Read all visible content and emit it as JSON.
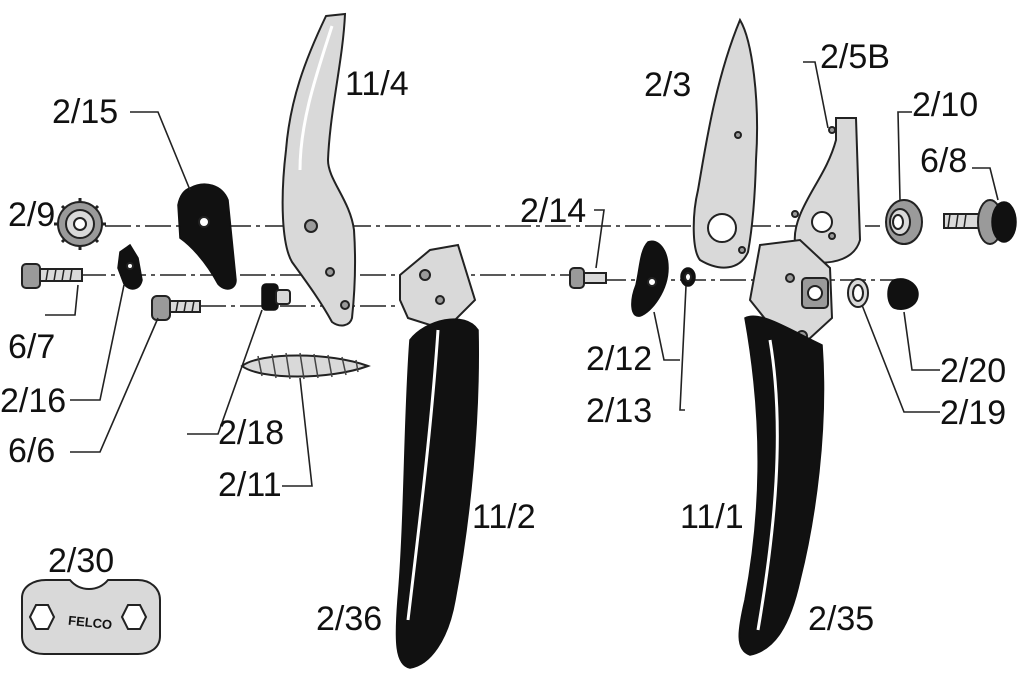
{
  "parts": {
    "p11_4": "11/4",
    "p2_15": "2/15",
    "p2_9": "2/9",
    "p6_7": "6/7",
    "p2_16": "2/16",
    "p6_6": "6/6",
    "p2_18": "2/18",
    "p2_11": "2/11",
    "p2_30": "2/30",
    "p2_36": "2/36",
    "p11_2": "11/2",
    "p2_3": "2/3",
    "p2_5B": "2/5B",
    "p2_10": "2/10",
    "p6_8": "6/8",
    "p2_14": "2/14",
    "p2_12": "2/12",
    "p2_13": "2/13",
    "p2_20": "2/20",
    "p2_19": "2/19",
    "p11_1": "11/1",
    "p2_35": "2/35"
  },
  "tool_brand": "FELCO",
  "colors": {
    "metal": "#d9d9d9",
    "handle": "#111111",
    "line": "#222222"
  }
}
